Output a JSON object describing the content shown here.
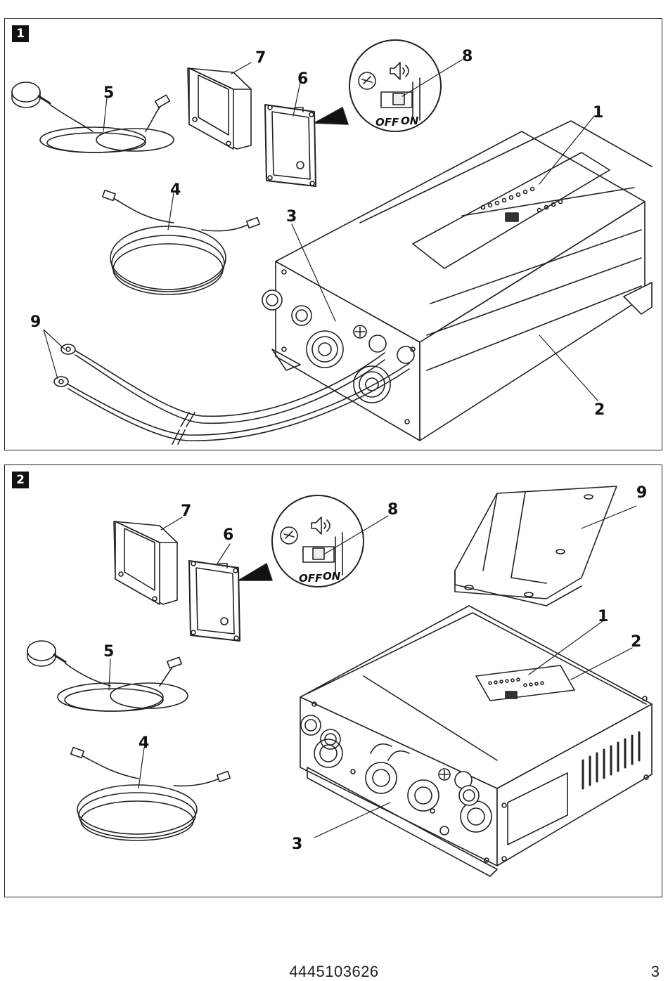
{
  "figure1": {
    "badge": "1",
    "callouts": {
      "c1": "1",
      "c2": "2",
      "c3": "3",
      "c4": "4",
      "c5": "5",
      "c6": "6",
      "c7": "7",
      "c8": "8",
      "c9": "9"
    },
    "switch_off": "OFF",
    "switch_on": "ON"
  },
  "figure2": {
    "badge": "2",
    "callouts": {
      "c1": "1",
      "c2": "2",
      "c3": "3",
      "c4": "4",
      "c5": "5",
      "c6": "6",
      "c7": "7",
      "c8": "8",
      "c9": "9"
    },
    "switch_off": "OFF",
    "switch_on": "ON"
  },
  "footer": {
    "document_code": "4445103626",
    "page_number": "3"
  }
}
